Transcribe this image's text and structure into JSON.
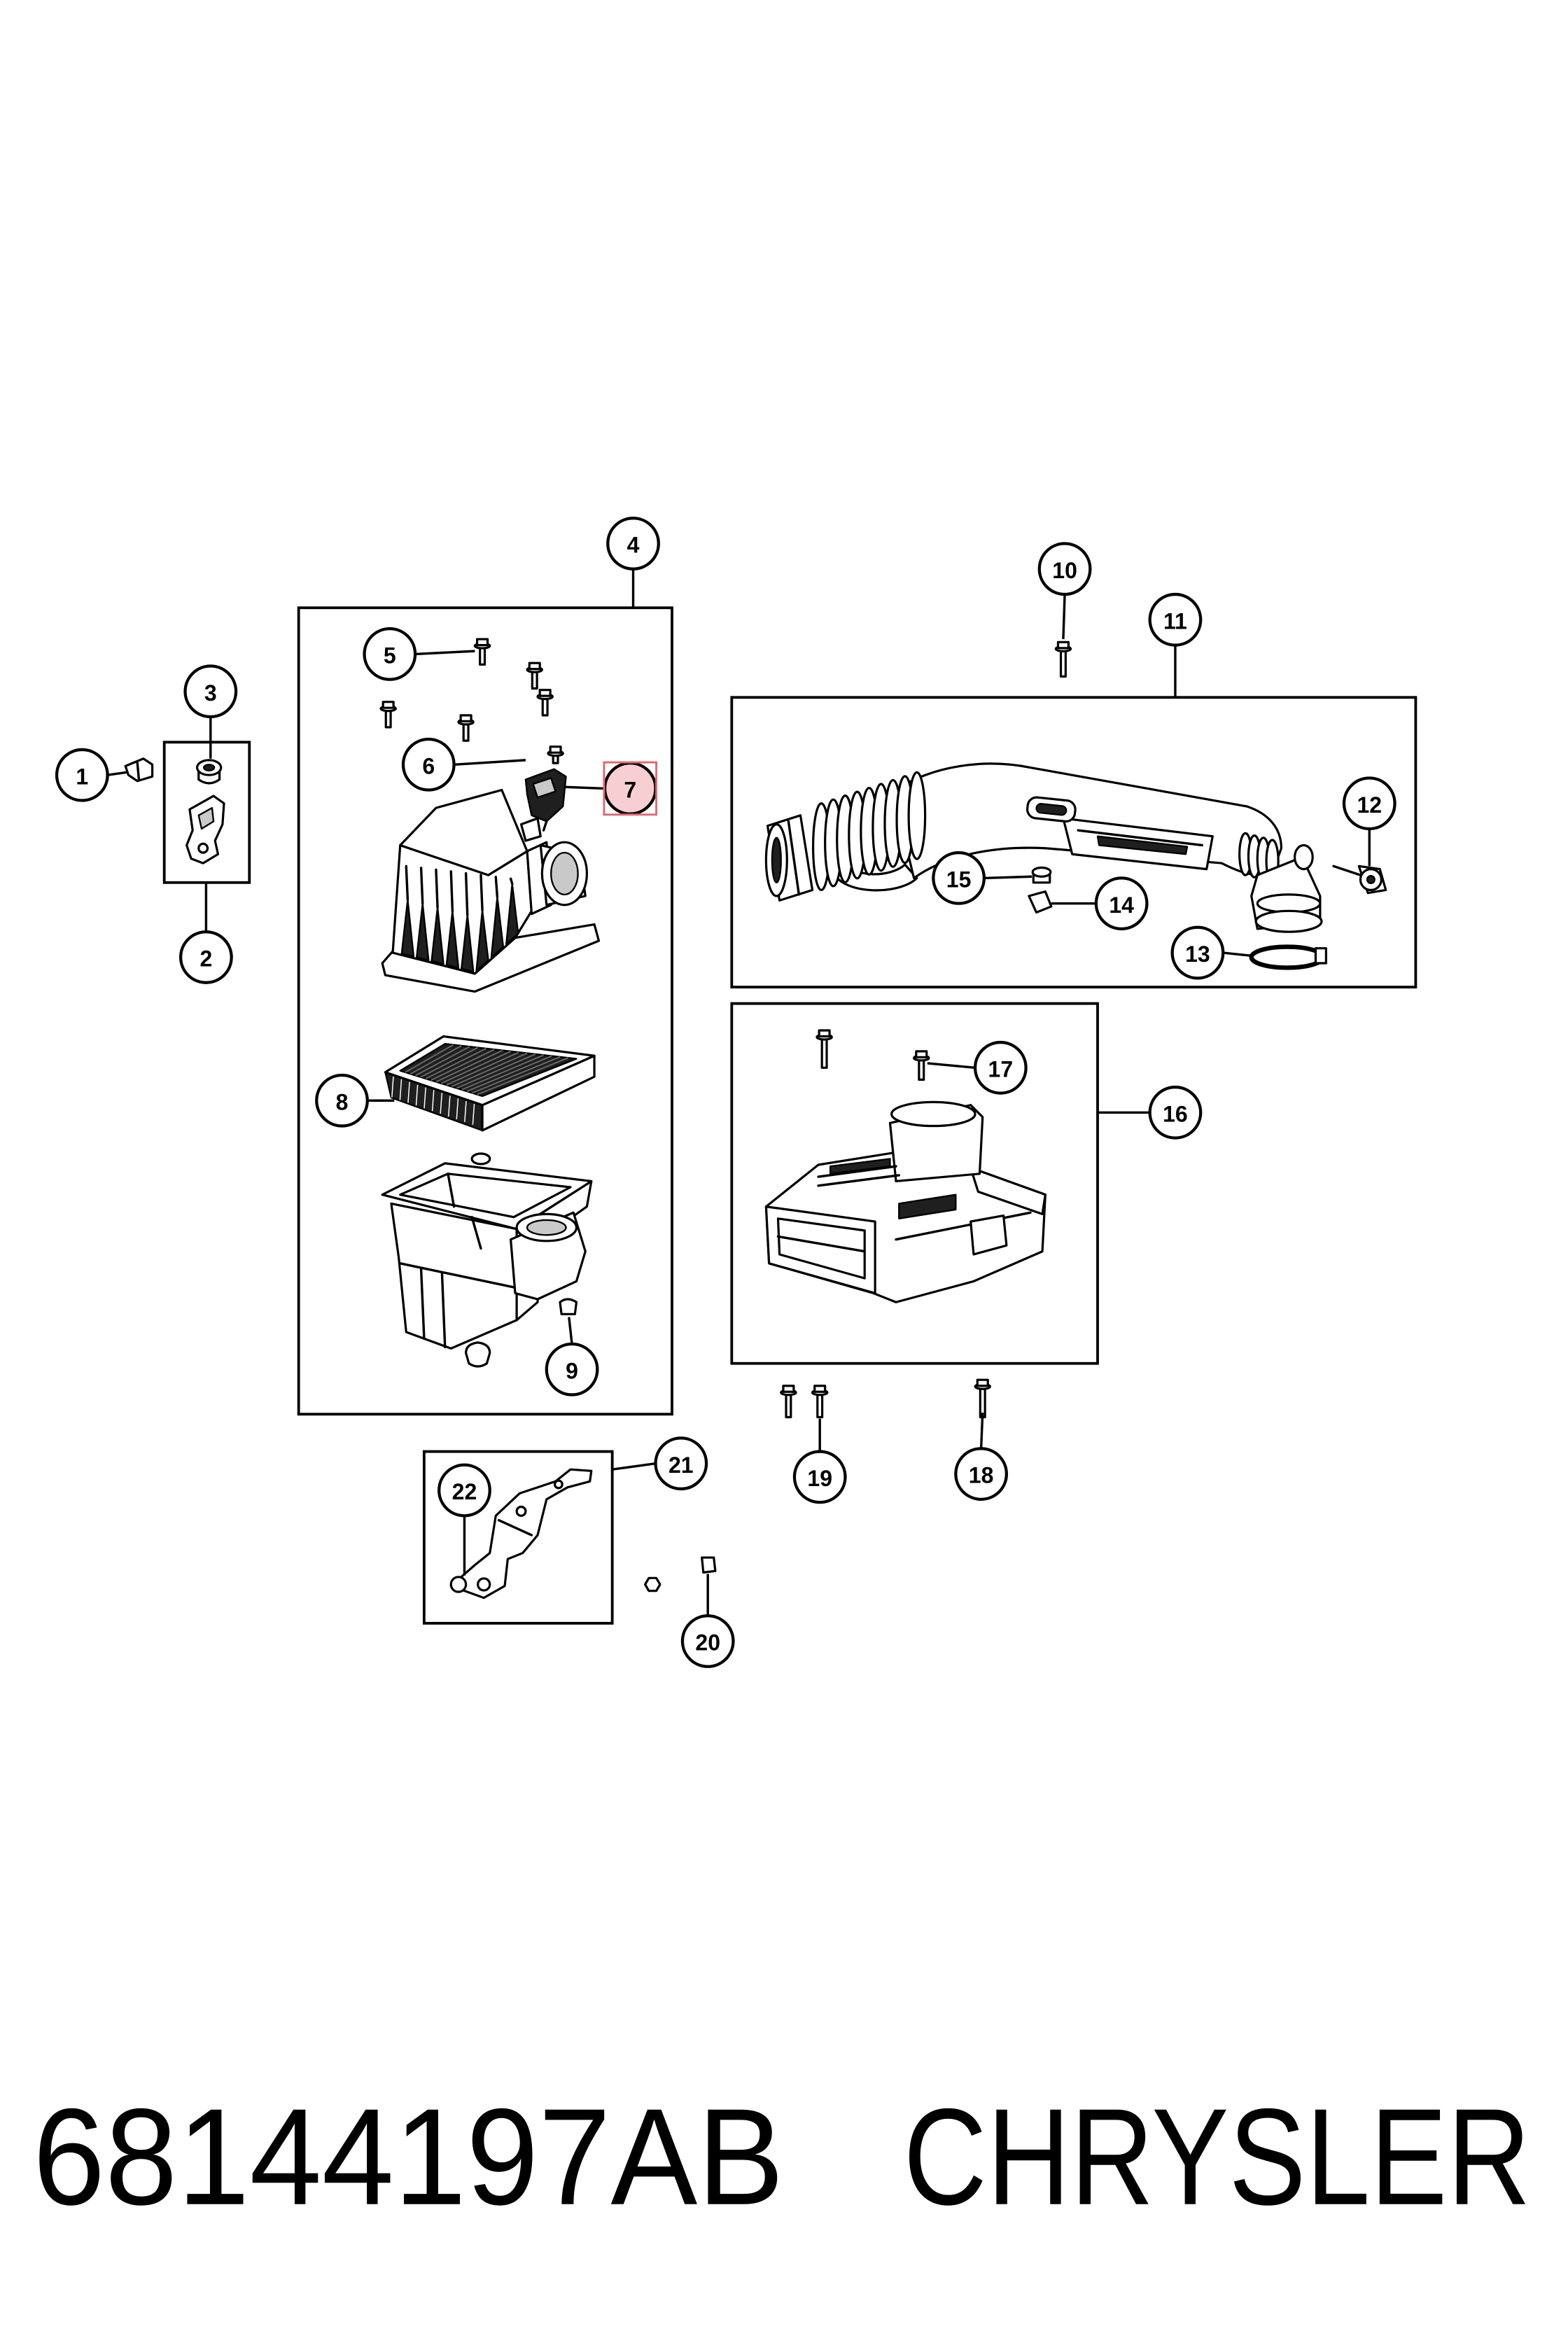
{
  "diagram": {
    "callouts": [
      "1",
      "2",
      "3",
      "4",
      "5",
      "6",
      "7",
      "8",
      "9",
      "10",
      "11",
      "12",
      "13",
      "14",
      "15",
      "16",
      "17",
      "18",
      "19",
      "20",
      "21",
      "22"
    ],
    "highlighted_callout": "7"
  },
  "footer": {
    "part_number": "68144197AB",
    "brand": "CHRYSLER"
  },
  "colors": {
    "line": "#000000",
    "background": "#ffffff",
    "highlight_fill": "#f7cfd3",
    "highlight_stroke": "#e06a75"
  }
}
